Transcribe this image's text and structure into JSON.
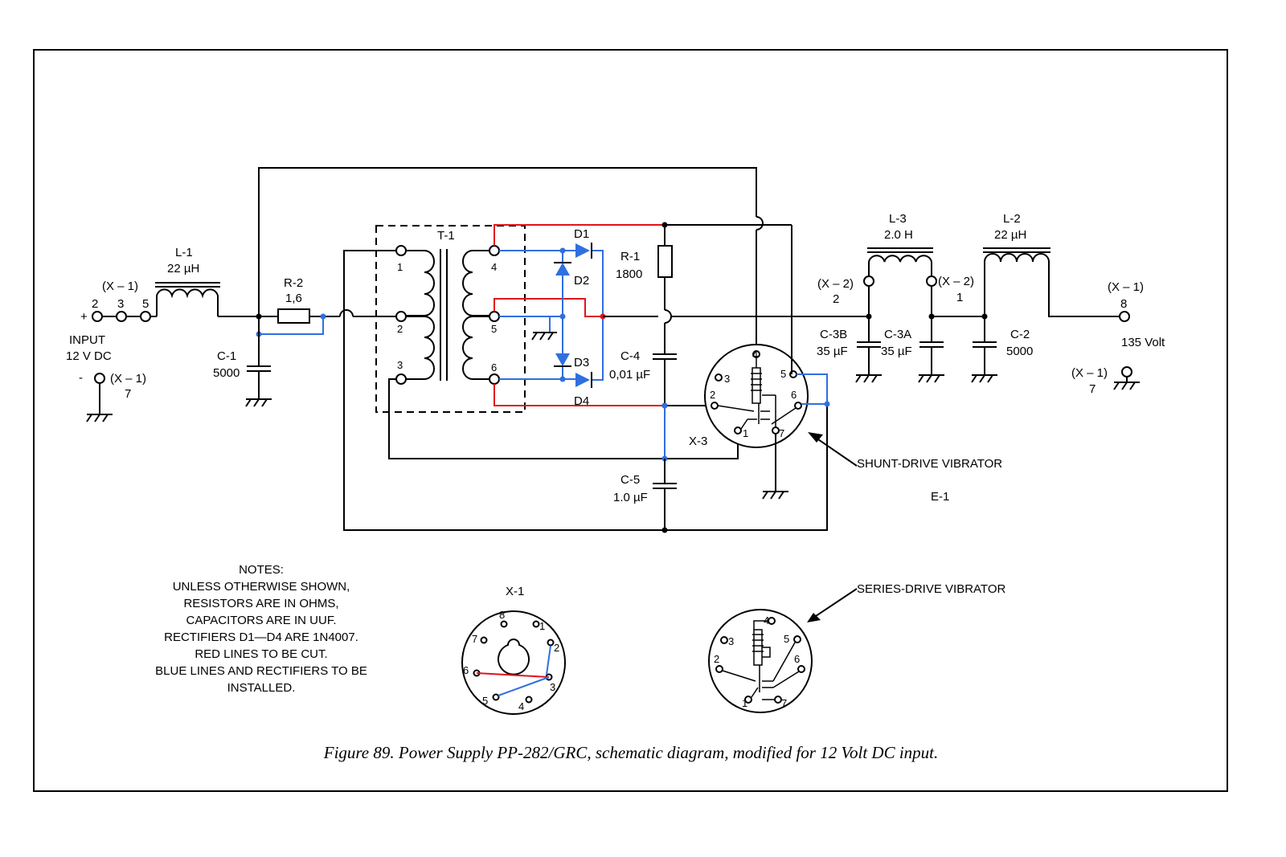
{
  "input": {
    "header": "(X – 1)",
    "pins": [
      "2",
      "3",
      "5"
    ],
    "plus": "+",
    "minus": "-",
    "title_line1": "INPUT",
    "title_line2": "12 V DC",
    "neg_ref": "(X – 1)",
    "neg_pin": "7"
  },
  "l1": {
    "name": "L-1",
    "value": "22 µH"
  },
  "r2": {
    "name": "R-2",
    "value": "1,6"
  },
  "c1": {
    "name": "C-1",
    "value": "5000"
  },
  "t1": {
    "name": "T-1",
    "primary_pins": [
      "1",
      "2",
      "3"
    ],
    "secondary_pins": [
      "4",
      "5",
      "6"
    ]
  },
  "diodes": [
    "D1",
    "D2",
    "D3",
    "D4"
  ],
  "r1": {
    "name": "R-1",
    "value": "1800"
  },
  "c4": {
    "name": "C-4",
    "value": "0,01 µF"
  },
  "c5": {
    "name": "C-5",
    "value": "1.0 µF"
  },
  "x3": {
    "name": "X-3",
    "pins": [
      "1",
      "2",
      "3",
      "4",
      "5",
      "6",
      "7"
    ]
  },
  "shunt_label": "SHUNT-DRIVE VIBRATOR",
  "e1_label": "E-1",
  "l3": {
    "name": "L-3",
    "value": "2.0 H"
  },
  "l2": {
    "name": "L-2",
    "value": "22 µH"
  },
  "x2_left": {
    "ref": "(X – 2)",
    "pin": "2"
  },
  "x2_right": {
    "ref": "(X – 2)",
    "pin": "1"
  },
  "c3b": {
    "name": "C-3B",
    "value": "35 µF"
  },
  "c3a": {
    "name": "C-3A",
    "value": "35 µF"
  },
  "c2": {
    "name": "C-2",
    "value": "5000"
  },
  "output": {
    "ref": "(X – 1)",
    "pin": "8",
    "voltage": "135 Volt"
  },
  "gnd_ref": {
    "ref": "(X – 1)",
    "pin": "7"
  },
  "notes": [
    "NOTES:",
    "UNLESS OTHERWISE SHOWN,",
    "RESISTORS ARE IN OHMS,",
    "CAPACITORS ARE IN UUF.",
    "RECTIFIERS D1—D4 ARE 1N4007.",
    "RED LINES TO BE CUT.",
    "BLUE LINES AND RECTIFIERS TO BE",
    "INSTALLED."
  ],
  "x1": {
    "name": "X-1",
    "pins": [
      "1",
      "2",
      "3",
      "4",
      "5",
      "6",
      "7",
      "8"
    ]
  },
  "series_label": "SERIES-DRIVE VIBRATOR",
  "series_pins": [
    "1",
    "2",
    "3",
    "4",
    "5",
    "6",
    "7"
  ],
  "caption": "Figure 89. Power Supply PP-282/GRC, schematic diagram, modified for 12 Volt DC input.",
  "colors": {
    "cut": "#e0141b",
    "install": "#2f6fe0",
    "wire": "#000000"
  }
}
